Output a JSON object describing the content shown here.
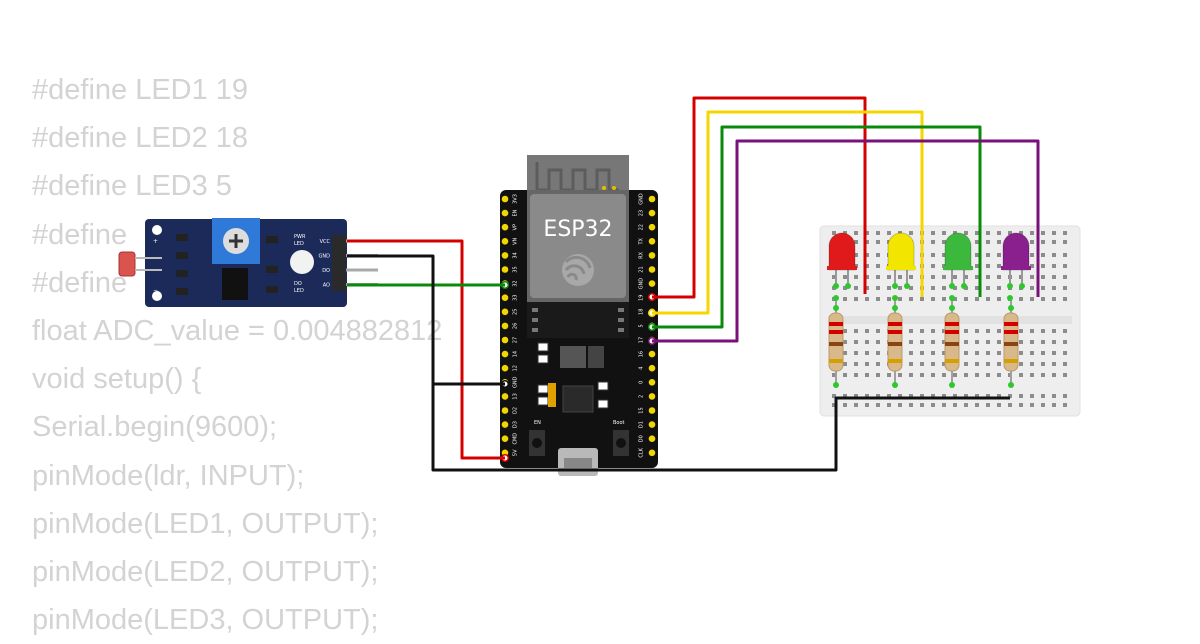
{
  "code_lines": [
    "#define LED1 19",
    "#define LED2 18",
    "#define LED3 5",
    "#define",
    "#define",
    "float ADC_value = 0.004882812",
    "void setup() {",
    "Serial.begin(9600);",
    "pinMode(ldr, INPUT);",
    "pinMode(LED1, OUTPUT);",
    "pinMode(LED2, OUTPUT);",
    "pinMode(LED3, OUTPUT);"
  ],
  "board": {
    "name": "ESP32",
    "button_en": "EN",
    "button_boot": "Boot",
    "left_pins": [
      "3V3",
      "EN",
      "VP",
      "VN",
      "34",
      "35",
      "32",
      "33",
      "25",
      "26",
      "27",
      "14",
      "12",
      "GND",
      "13",
      "D2",
      "D3",
      "CMD",
      "5V"
    ],
    "right_pins": [
      "GND",
      "23",
      "22",
      "TX",
      "RX",
      "21",
      "GND",
      "19",
      "18",
      "5",
      "17",
      "16",
      "4",
      "0",
      "2",
      "15",
      "D1",
      "D0",
      "CLK"
    ]
  },
  "ldr_module": {
    "pin_labels": [
      "VCC",
      "GND",
      "DO",
      "AO"
    ],
    "pwr_led_label": [
      "PWR",
      "LED"
    ],
    "do_led_label": [
      "DO",
      "LED"
    ],
    "plus_sign": "+",
    "minus_sign": "−"
  },
  "leds": [
    {
      "color": "red",
      "hex": "#e01a1a"
    },
    {
      "color": "yellow",
      "hex": "#f2e600"
    },
    {
      "color": "green",
      "hex": "#3cb83c"
    },
    {
      "color": "purple",
      "hex": "#8a1f8e"
    }
  ],
  "wire_colors": {
    "red": "#d40000",
    "yellow": "#f5d600",
    "green": "#0a8a0a",
    "purple": "#7a117a",
    "black": "#111111"
  }
}
